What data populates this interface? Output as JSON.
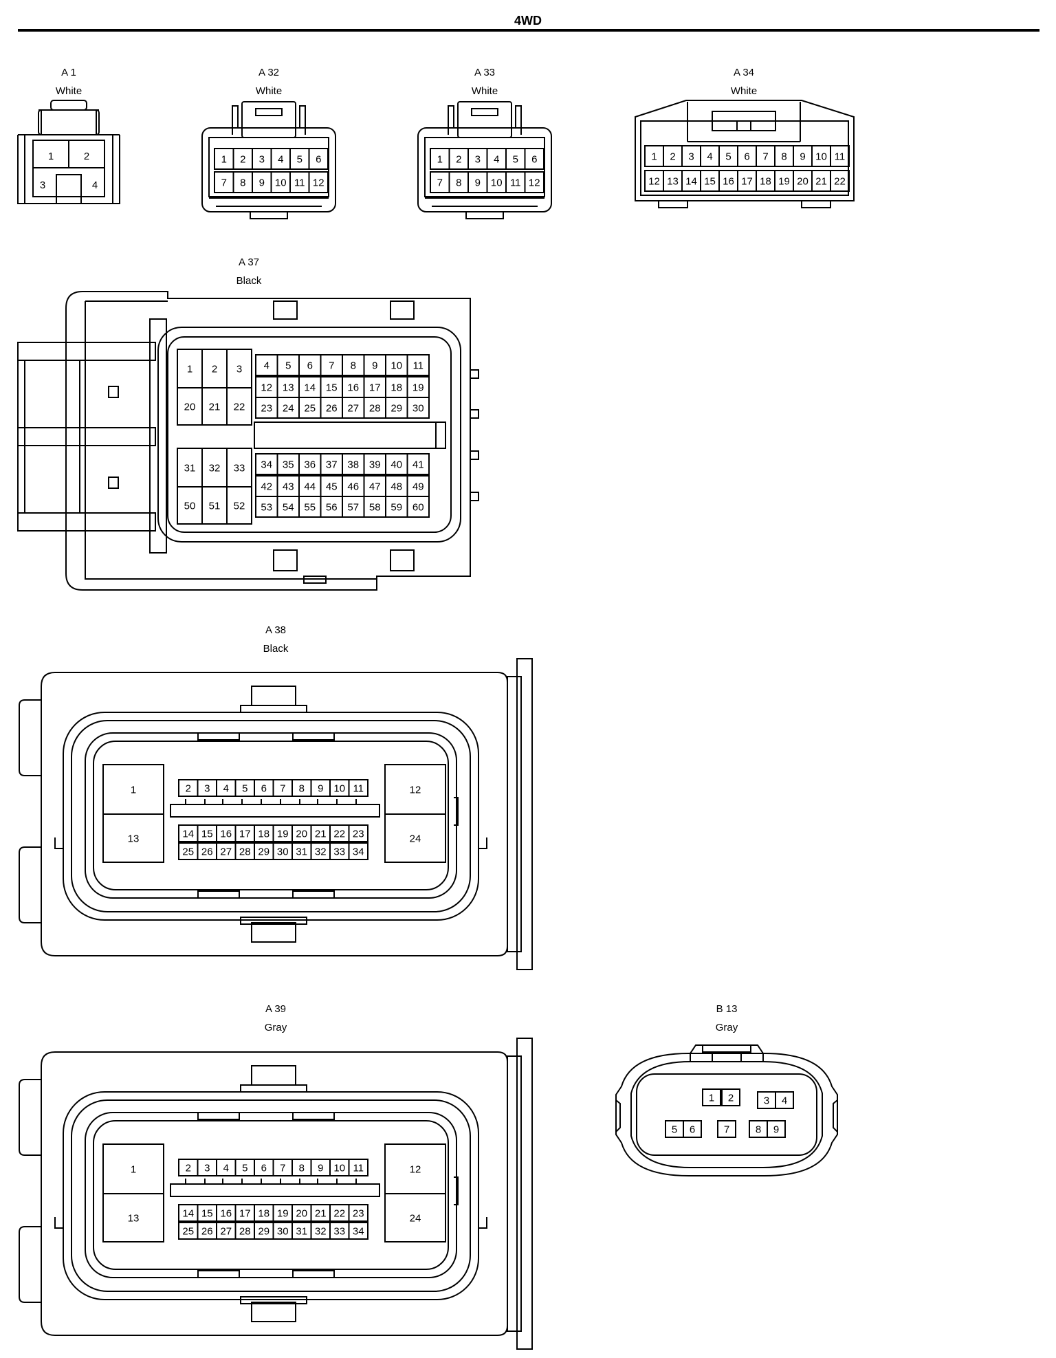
{
  "page": {
    "title": "4WD"
  },
  "connectors": {
    "a1": {
      "code": "A 1",
      "color": "White",
      "pins": [
        "1",
        "2",
        "3",
        "4"
      ]
    },
    "a32": {
      "code": "A 32",
      "color": "White",
      "rows": [
        [
          "1",
          "2",
          "3",
          "4",
          "5",
          "6"
        ],
        [
          "7",
          "8",
          "9",
          "10",
          "11",
          "12"
        ]
      ]
    },
    "a33": {
      "code": "A 33",
      "color": "White",
      "rows": [
        [
          "1",
          "2",
          "3",
          "4",
          "5",
          "6"
        ],
        [
          "7",
          "8",
          "9",
          "10",
          "11",
          "12"
        ]
      ]
    },
    "a34": {
      "code": "A 34",
      "color": "White",
      "rows": [
        [
          "1",
          "2",
          "3",
          "4",
          "5",
          "6",
          "7",
          "8",
          "9",
          "10",
          "11"
        ],
        [
          "12",
          "13",
          "14",
          "15",
          "16",
          "17",
          "18",
          "19",
          "20",
          "21",
          "22"
        ]
      ]
    },
    "a37": {
      "code": "A 37",
      "color": "Black",
      "top_left": [
        [
          "1",
          "2",
          "3"
        ],
        [
          "20",
          "21",
          "22"
        ]
      ],
      "top_right": [
        [
          "4",
          "5",
          "6",
          "7",
          "8",
          "9",
          "10",
          "11"
        ],
        [
          "12",
          "13",
          "14",
          "15",
          "16",
          "17",
          "18",
          "19"
        ],
        [
          "23",
          "24",
          "25",
          "26",
          "27",
          "28",
          "29",
          "30"
        ]
      ],
      "bottom_left": [
        [
          "31",
          "32",
          "33"
        ],
        [
          "50",
          "51",
          "52"
        ]
      ],
      "bottom_right": [
        [
          "34",
          "35",
          "36",
          "37",
          "38",
          "39",
          "40",
          "41"
        ],
        [
          "42",
          "43",
          "44",
          "45",
          "46",
          "47",
          "48",
          "49"
        ],
        [
          "53",
          "54",
          "55",
          "56",
          "57",
          "58",
          "59",
          "60"
        ]
      ]
    },
    "a38": {
      "code": "A 38",
      "color": "Black",
      "left": [
        "1",
        "13"
      ],
      "right": [
        "12",
        "24"
      ],
      "row1": [
        "2",
        "3",
        "4",
        "5",
        "6",
        "7",
        "8",
        "9",
        "10",
        "11"
      ],
      "row2": [
        "14",
        "15",
        "16",
        "17",
        "18",
        "19",
        "20",
        "21",
        "22",
        "23"
      ],
      "row3": [
        "25",
        "26",
        "27",
        "28",
        "29",
        "30",
        "31",
        "32",
        "33",
        "34"
      ]
    },
    "a39": {
      "code": "A 39",
      "color": "Gray",
      "left": [
        "1",
        "13"
      ],
      "right": [
        "12",
        "24"
      ],
      "row1": [
        "2",
        "3",
        "4",
        "5",
        "6",
        "7",
        "8",
        "9",
        "10",
        "11"
      ],
      "row2": [
        "14",
        "15",
        "16",
        "17",
        "18",
        "19",
        "20",
        "21",
        "22",
        "23"
      ],
      "row3": [
        "25",
        "26",
        "27",
        "28",
        "29",
        "30",
        "31",
        "32",
        "33",
        "34"
      ]
    },
    "b13": {
      "code": "B 13",
      "color": "Gray",
      "pins": [
        "1",
        "2",
        "3",
        "4",
        "5",
        "6",
        "7",
        "8",
        "9"
      ]
    }
  }
}
